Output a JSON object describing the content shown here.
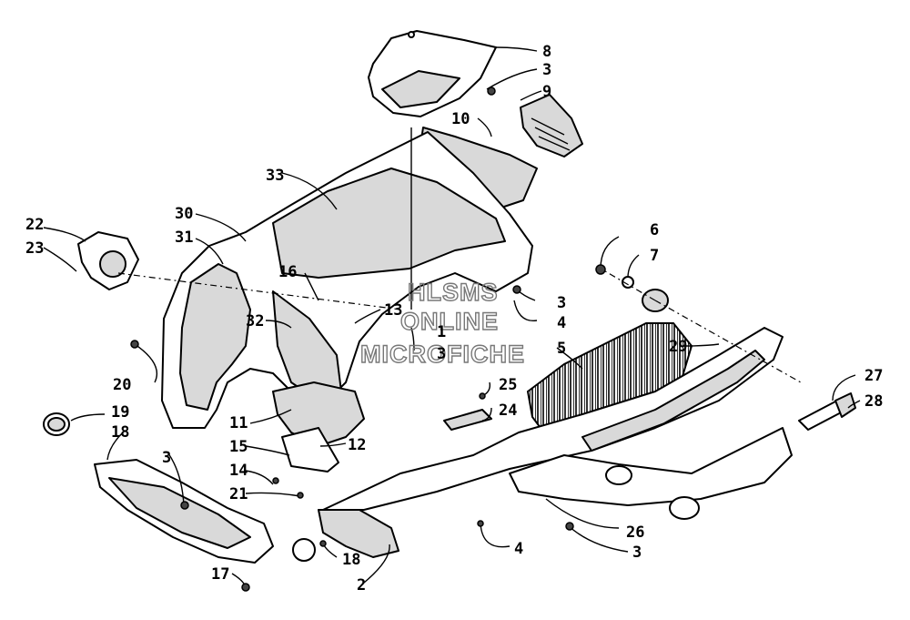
{
  "watermark": [
    "HLSMS",
    "ONLINE",
    "MICROFICHE"
  ],
  "callouts": [
    {
      "num": "8"
    },
    {
      "num": "3"
    },
    {
      "num": "9"
    },
    {
      "num": "10"
    },
    {
      "num": "33"
    },
    {
      "num": "30"
    },
    {
      "num": "31"
    },
    {
      "num": "22"
    },
    {
      "num": "23"
    },
    {
      "num": "16"
    },
    {
      "num": "6"
    },
    {
      "num": "7"
    },
    {
      "num": "3"
    },
    {
      "num": "4"
    },
    {
      "num": "13"
    },
    {
      "num": "1"
    },
    {
      "num": "32"
    },
    {
      "num": "3"
    },
    {
      "num": "5"
    },
    {
      "num": "29"
    },
    {
      "num": "20"
    },
    {
      "num": "25"
    },
    {
      "num": "24"
    },
    {
      "num": "27"
    },
    {
      "num": "28"
    },
    {
      "num": "19"
    },
    {
      "num": "11"
    },
    {
      "num": "18"
    },
    {
      "num": "12"
    },
    {
      "num": "15"
    },
    {
      "num": "3"
    },
    {
      "num": "14"
    },
    {
      "num": "21"
    },
    {
      "num": "26"
    },
    {
      "num": "4"
    },
    {
      "num": "3"
    },
    {
      "num": "17"
    },
    {
      "num": "18"
    },
    {
      "num": "2"
    }
  ]
}
